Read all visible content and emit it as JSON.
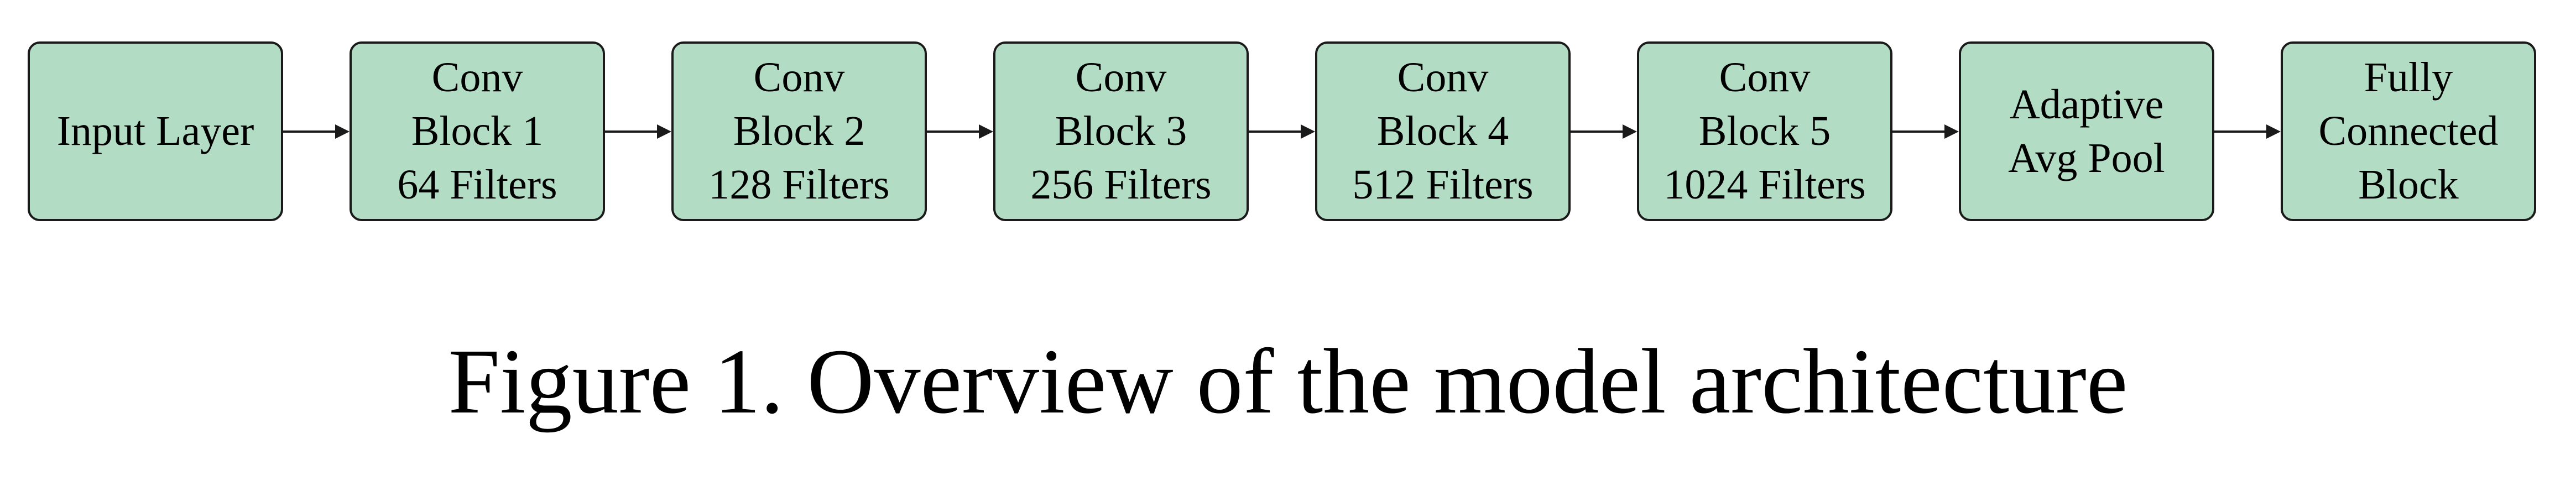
{
  "colors": {
    "block_fill": "#b3dcc5",
    "stroke": "#1a1a1a"
  },
  "blocks": [
    {
      "lines": [
        "Input Layer"
      ]
    },
    {
      "lines": [
        "Conv",
        "Block 1",
        "64 Filters"
      ]
    },
    {
      "lines": [
        "Conv",
        "Block 2",
        "128 Filters"
      ]
    },
    {
      "lines": [
        "Conv",
        "Block 3",
        "256 Filters"
      ]
    },
    {
      "lines": [
        "Conv",
        "Block 4",
        "512 Filters"
      ]
    },
    {
      "lines": [
        "Conv",
        "Block 5",
        "1024 Filters"
      ]
    },
    {
      "lines": [
        "Adaptive",
        "Avg Pool"
      ]
    },
    {
      "lines": [
        "Fully",
        "Connected",
        "Block"
      ]
    }
  ],
  "caption": "Figure 1. Overview of the model architecture"
}
